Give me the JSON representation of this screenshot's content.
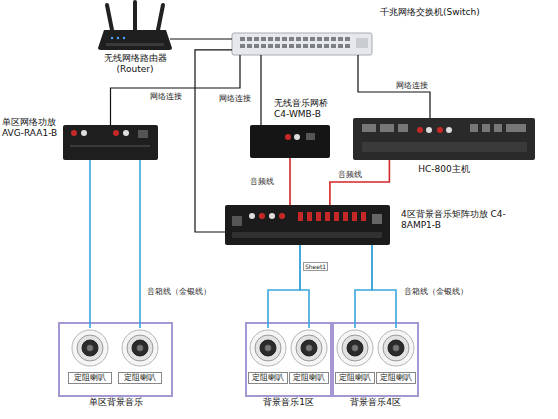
{
  "diagram": {
    "nodes": [
      {
        "text": [
          "无线网络路由器 (Router)"
        ]
      },
      {
        "text": [
          "千兆网络交换机(Switch)"
        ]
      },
      {
        "text": [
          "单区网络功放 AVG-RAA1-B"
        ]
      },
      {
        "text": [
          "无线音乐网桥 C4-WMB-B"
        ]
      },
      {
        "text": [
          "HC-800主机"
        ]
      },
      {
        "text": [
          "4区背景音乐矩阵功放 C4-8AMP1-B"
        ]
      },
      {
        "text": [
          "单区背景音乐"
        ]
      },
      {
        "text": [
          "定阻喇叭"
        ],
        "in": 6
      },
      {
        "text": [
          "定阻喇叭"
        ],
        "in": 6
      },
      {
        "text": [
          "背景音乐1区"
        ]
      },
      {
        "text": [
          "定阻喇叭"
        ],
        "in": 9
      },
      {
        "text": [
          "定阻喇叭"
        ],
        "in": 9
      },
      {
        "text": [
          "背景音乐4区"
        ]
      },
      {
        "text": [
          "定阻喇叭"
        ],
        "in": 12
      },
      {
        "text": [
          "定阻喇叭"
        ],
        "in": 12
      }
    ],
    "edges": [
      {
        "from": 0,
        "to": 1,
        "arrow": "none"
      },
      {
        "from": 1,
        "to": 2,
        "label": "网络连接",
        "arrow": "none"
      },
      {
        "from": 1,
        "to": 3,
        "label": "网络连接",
        "arrow": "none"
      },
      {
        "from": 1,
        "to": 4,
        "label": "网络连接",
        "arrow": "none"
      },
      {
        "from": 1,
        "to": 5,
        "arrow": "none"
      },
      {
        "from": 3,
        "to": 5,
        "label": "音频线",
        "arrow": "none"
      },
      {
        "from": 4,
        "to": 5,
        "label": "音频线",
        "arrow": "none"
      },
      {
        "from": 2,
        "to": 7,
        "arrow": "none"
      },
      {
        "from": 2,
        "to": 8,
        "label": "音箱线（金银线）",
        "arrow": "none"
      },
      {
        "from": 5,
        "to": 10,
        "arrow": "none"
      },
      {
        "from": 5,
        "to": 11,
        "arrow": "none"
      },
      {
        "from": 5,
        "to": 13,
        "arrow": "none"
      },
      {
        "from": 5,
        "to": 14,
        "label": "音箱线（金银线）",
        "arrow": "none"
      }
    ],
    "labels": [
      "Sheet1"
    ]
  }
}
